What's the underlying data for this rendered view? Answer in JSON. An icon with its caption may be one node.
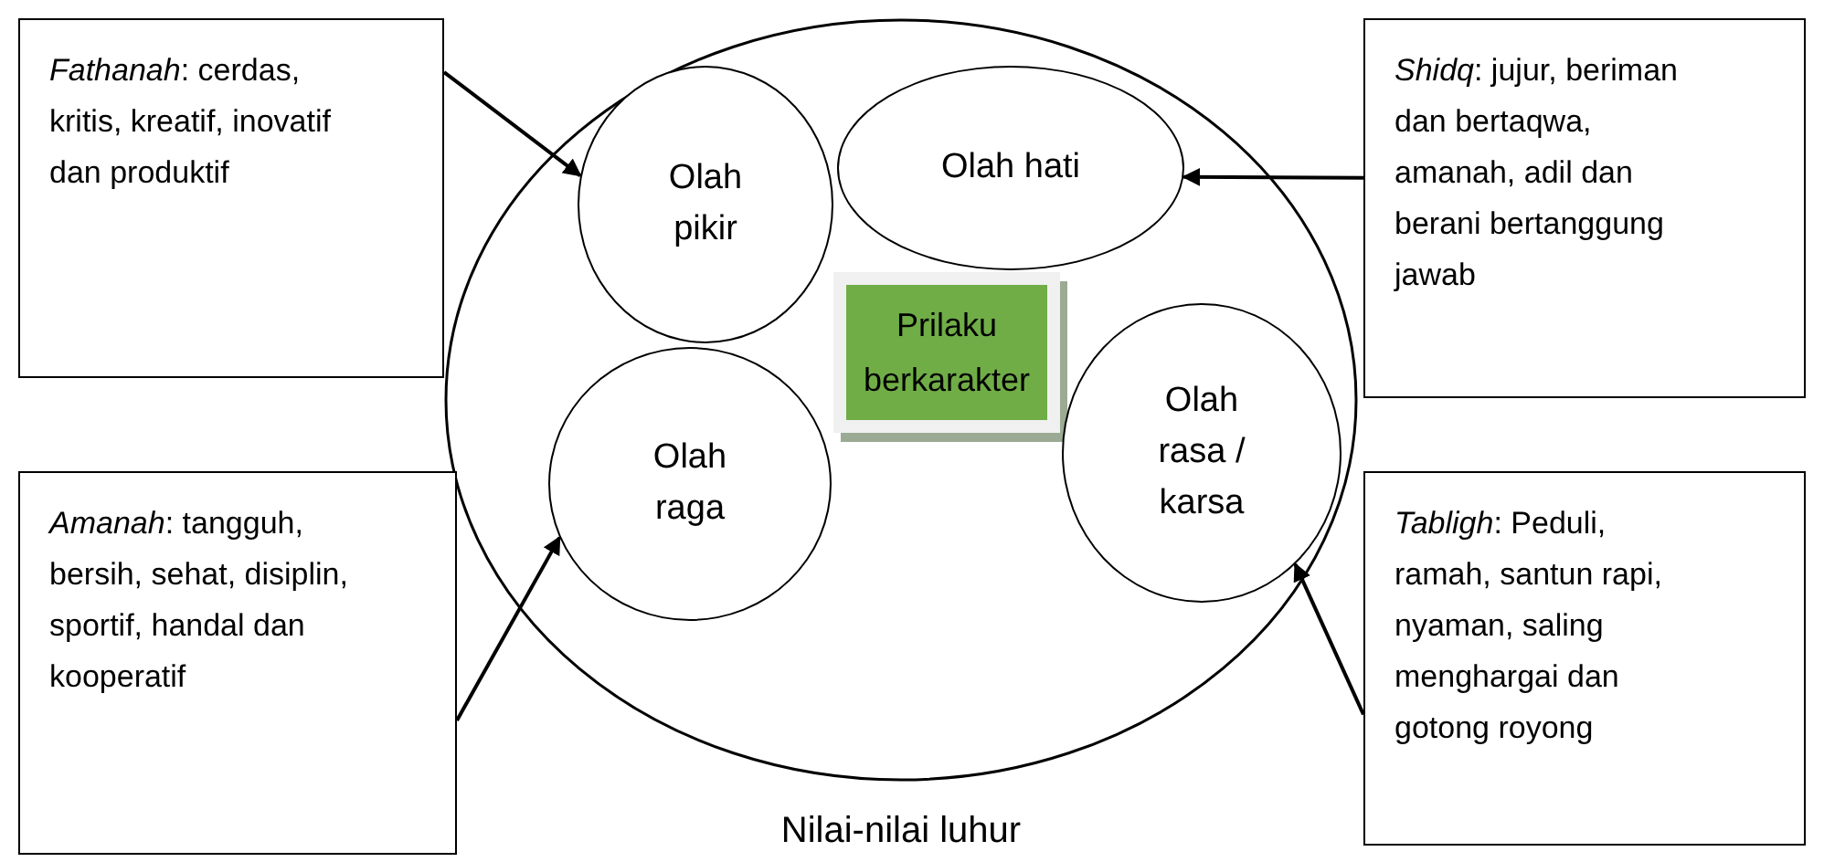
{
  "diagram": {
    "nodes": [
      {
        "text": [
          "Nilai-nilai luhur"
        ]
      },
      {
        "text": [
          "*Fathanah*: cerdas, kritis, kreatif, inovatif dan produktif"
        ]
      },
      {
        "text": [
          "Olah pikir"
        ],
        "in": 0
      },
      {
        "text": [
          "Olah hati"
        ],
        "in": 0
      },
      {
        "text": [
          "Prilaku berkarakter"
        ],
        "in": 0
      },
      {
        "text": [
          "*Shidq*: jujur, beriman dan bertaqwa, amanah, adil dan berani bertanggung jawab"
        ]
      },
      {
        "text": [
          "Olah raga"
        ],
        "in": 0
      },
      {
        "text": [
          "Olah rasa / karsa"
        ],
        "in": 0
      },
      {
        "text": [
          "*Amanah*: tangguh, bersih, sehat, disiplin, sportif, handal dan kooperatif"
        ]
      },
      {
        "text": [
          "*Tabligh*: Peduli, ramah, santun rapi, nyaman, saling menghargai dan gotong royong"
        ]
      }
    ],
    "edges": [
      {
        "from": 1,
        "to": 2,
        "arrow": "to"
      },
      {
        "from": 5,
        "to": 3,
        "arrow": "to"
      },
      {
        "from": 8,
        "to": 6,
        "arrow": "to"
      },
      {
        "from": 9,
        "to": 7,
        "arrow": "to"
      }
    ]
  }
}
